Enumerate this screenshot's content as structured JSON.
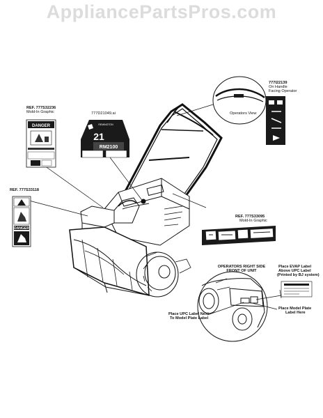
{
  "watermark": "AppliancePartsPros.com",
  "labels": {
    "ref_777s32236": "REF. 777S32236",
    "ref_777s32236_sub": "Mold-In Graphic",
    "ref_777d21049": "777D21049.ai",
    "ref_777s33118": "REF. 777S33118",
    "ref_777s33095": "REF. 777S33095",
    "ref_777s33095_sub": "Mold-In Graphic",
    "ref_777i22139": "777I22139",
    "handle_line1": "On Handle",
    "handle_line2": "Facing Operator",
    "operators_view": "Operators View",
    "ors_line1": "OPERATORS RIGHT SIDE",
    "ors_line2": "FRONT OF UNIT",
    "evap_line1": "Place EVAP Label",
    "evap_line2": "Above UPC Label",
    "evap_line3": "(Printed by BJ system)",
    "model_line1": "Place Model Plate",
    "model_line2": "Label Here",
    "upc_line1": "Place UPC Label Next",
    "upc_line2": "To Model Plate Label"
  },
  "decals": {
    "danger_word": "DANGER",
    "danger_word2": "DANGER",
    "big_number": "21",
    "model_name": "RM2100",
    "small_brand": "REMINGTON"
  },
  "colors": {
    "line": "#111111",
    "decal_dark": "#1a1a1a",
    "watermark": "#dcdcdc"
  }
}
